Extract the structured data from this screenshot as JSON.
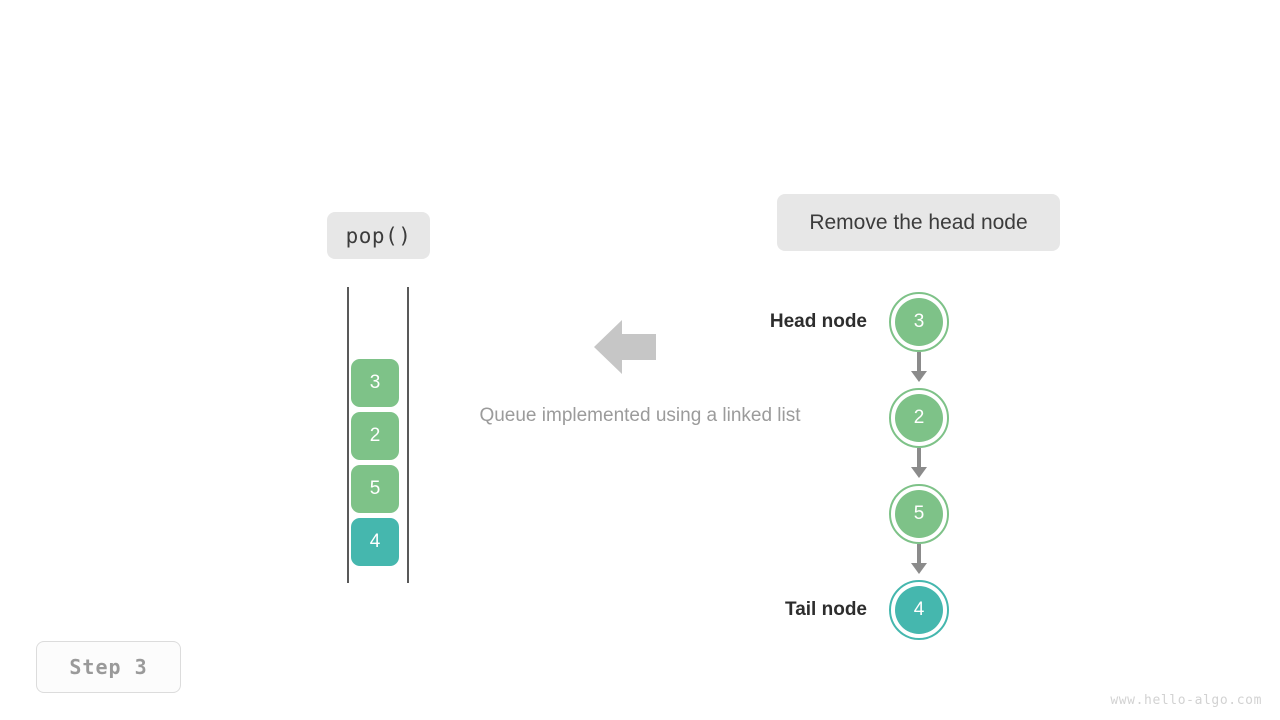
{
  "operation": {
    "label": "pop()"
  },
  "action": {
    "label": "Remove the head node"
  },
  "caption": {
    "text": "Queue implemented using a linked list"
  },
  "step": {
    "label": "Step  3"
  },
  "watermark": {
    "text": "www.hello-algo.com"
  },
  "colors": {
    "green": "#7ec288",
    "teal": "#45b7ae",
    "chip_bg": "#e7e7e7",
    "arrow_gray": "#8b8b8b",
    "big_arrow_gray": "#c6c6c6",
    "rail": "#595959",
    "caption_text": "#9b9b9b",
    "label_text": "#2d2d2d"
  },
  "queue_column": {
    "cells": [
      {
        "value": "3",
        "color": "green"
      },
      {
        "value": "2",
        "color": "green"
      },
      {
        "value": "5",
        "color": "green"
      },
      {
        "value": "4",
        "color": "teal"
      }
    ]
  },
  "linked_list": {
    "head_label": "Head node",
    "tail_label": "Tail node",
    "nodes": [
      {
        "value": "3",
        "color": "green"
      },
      {
        "value": "2",
        "color": "green"
      },
      {
        "value": "5",
        "color": "green"
      },
      {
        "value": "4",
        "color": "teal"
      }
    ]
  },
  "transfer_arrow": {
    "direction": "left"
  }
}
